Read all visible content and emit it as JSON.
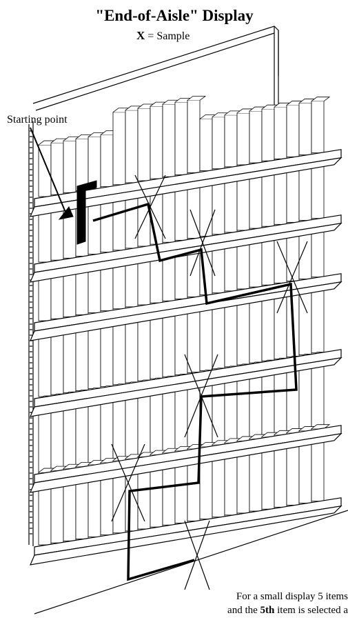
{
  "title": "\"End-of-Aisle\" Display",
  "legend": {
    "symbol": "X",
    "equals": "=",
    "meaning": "Sample"
  },
  "start_label": "Starting point",
  "caption": {
    "line1": "For a small display 5 items",
    "line2_pre": "and the ",
    "line2_bold": "5th",
    "line2_post": " item is selected a"
  }
}
